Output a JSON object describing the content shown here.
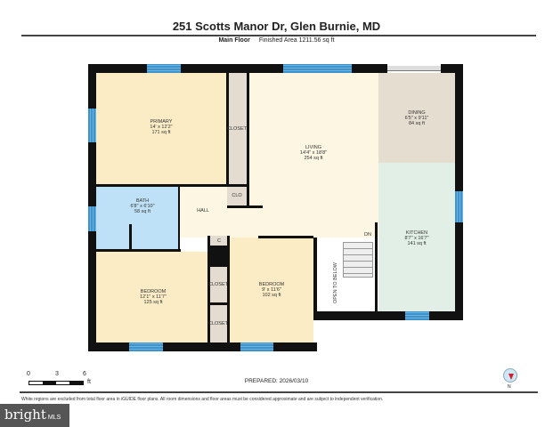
{
  "header": {
    "title": "251 Scotts Manor Dr, Glen Burnie, MD",
    "floor": "Main Floor",
    "area": "Finished Area 1211.56 sq ft"
  },
  "rooms": [
    {
      "name": "PRIMARY",
      "dims": "14' x 12'2\"",
      "area": "171 sq ft"
    },
    {
      "name": "LIVING",
      "dims": "14'4\" x 18'8\"",
      "area": "254 sq ft"
    },
    {
      "name": "DINING",
      "dims": "6'5\" x 9'11\"",
      "area": "84 sq ft"
    },
    {
      "name": "KITCHEN",
      "dims": "8'7\" x 16'7\"",
      "area": "141 sq ft"
    },
    {
      "name": "BATH",
      "dims": "6'8\" x 6'10\"",
      "area": "58 sq ft"
    },
    {
      "name": "BEDROOM",
      "dims": "12'1\" x 11'7\"",
      "area": "125 sq ft"
    },
    {
      "name": "BEDROOM",
      "dims": "9' x 11'6\"",
      "area": "102 sq ft"
    }
  ],
  "labels": {
    "closet": "CLOSET",
    "clo": "CLO",
    "hall": "HALL",
    "c": "C",
    "dn": "DN",
    "open": "OPEN TO BELOW"
  },
  "footer": {
    "scale_ticks": [
      "0",
      "3",
      "6"
    ],
    "scale_unit": "ft",
    "prepared": "PREPARED: 2026/03/10",
    "north": "N",
    "disclaimer": "White regions are excluded from total floor area in iGUIDE floor plans. All room dimensions and floor areas must be considered approximate and are subject to independent verification.",
    "logo": "bright",
    "logo_suffix": "MLS"
  },
  "colors": {
    "primary": "#fbecc6",
    "living": "#fdf6e2",
    "dining": "#e6ddd1",
    "kitchen": "#e1efe6",
    "bath": "#bfe1f7",
    "closet": "#e4dcd0",
    "window": "#3f93cc"
  }
}
